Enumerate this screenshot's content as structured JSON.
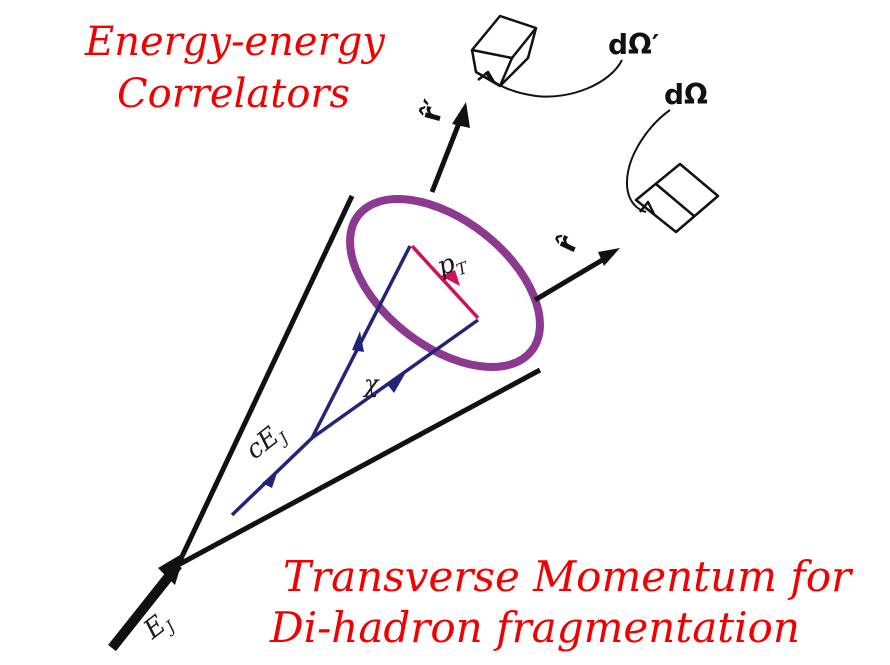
{
  "titles": {
    "eec_line1": "Energy-energy",
    "eec_line2": "Correlators",
    "tmd_line1": "Transverse Momentum for",
    "tmd_line2": "Di-hadron fragmentation"
  },
  "labels": {
    "jet_energy": "E",
    "jet_energy_sub": "J",
    "fraction_energy": "cE",
    "fraction_energy_sub": "J",
    "chi": "χ",
    "pt": "p",
    "pt_sub": "T",
    "r_hat": "r̂",
    "r_hat_prime": "r̂′",
    "d_omega": "dΩ",
    "d_omega_prime": "dΩ′"
  },
  "colors": {
    "title_red": "#f00000",
    "cone_black": "#111111",
    "ring_purple": "#8b3a8f",
    "parton_navy": "#23237a",
    "pt_magenta": "#d0105a"
  }
}
